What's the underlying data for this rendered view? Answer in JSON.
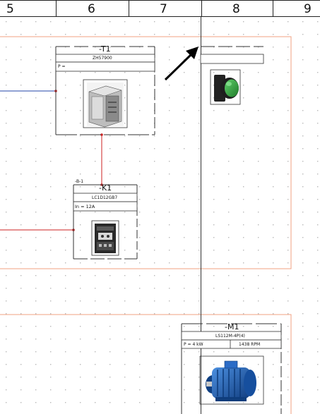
{
  "ruler": {
    "columns": [
      "5",
      "6",
      "7",
      "8",
      "9"
    ]
  },
  "components": {
    "transformer": {
      "tag": "-T1",
      "ref": "ZH57900",
      "field": "P ="
    },
    "contactor": {
      "marker": "-B-1",
      "tag": "-K1",
      "ref": "LC1D12GB7",
      "field": "In = 12A"
    },
    "motor": {
      "tag": "-M1",
      "ref": "LS112M-4P(4)",
      "power": "P = 4 kW",
      "speed": "1438 RPM"
    },
    "pushbutton": {
      "name": "green pushbutton"
    }
  },
  "colors": {
    "frame": "#f0a080",
    "wire_blue": "#2244aa",
    "wire_red": "#cc2222",
    "grid_dot": "#b8b8b8",
    "button_green": "#2f9a3a",
    "motor_blue": "#1a5fb8"
  }
}
